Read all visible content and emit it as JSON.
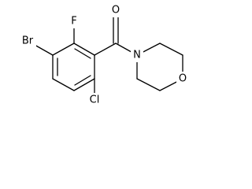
{
  "molecule": {
    "atoms": {
      "br": "Br",
      "f": "F",
      "o_carbonyl": "O",
      "n": "N",
      "o_ring": "O",
      "cl": "Cl"
    }
  }
}
